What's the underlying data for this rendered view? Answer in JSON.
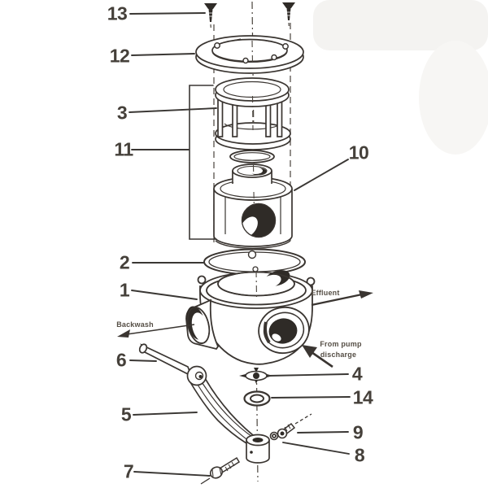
{
  "diagram": {
    "ink_color": "#3a3531",
    "shade_color": "#2f2b27",
    "background": "#ffffff",
    "parts": [
      {
        "number": "13"
      },
      {
        "number": "12"
      },
      {
        "number": "3"
      },
      {
        "number": "11"
      },
      {
        "number": "10"
      },
      {
        "number": "2"
      },
      {
        "number": "1"
      },
      {
        "number": "6"
      },
      {
        "number": "5"
      },
      {
        "number": "7"
      },
      {
        "number": "4"
      },
      {
        "number": "14"
      },
      {
        "number": "9"
      },
      {
        "number": "8"
      }
    ],
    "flow_annotations": {
      "backwash": "Backwash",
      "effluent": "Effluent",
      "from_pump_line1": "From pump",
      "from_pump_line2": "discharge"
    }
  }
}
